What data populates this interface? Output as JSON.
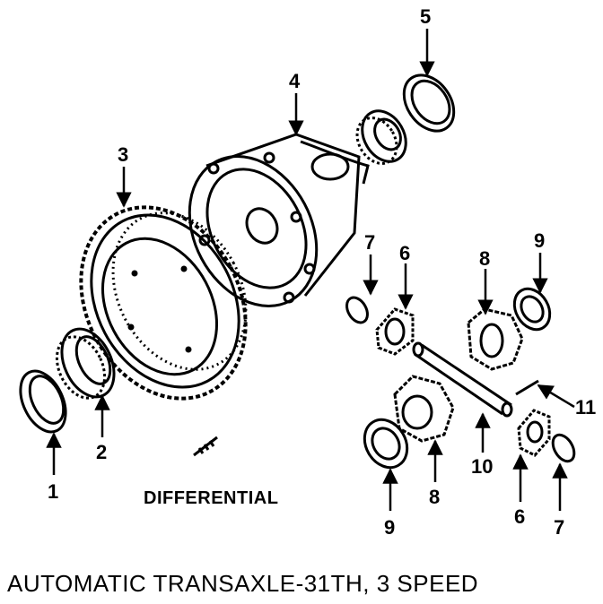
{
  "title": "AUTOMATIC TRANSAXLE-31TH, 3 SPEED",
  "caption": "DIFFERENTIAL",
  "callouts": {
    "c1": "1",
    "c2": "2",
    "c3": "3",
    "c4": "4",
    "c5": "5",
    "c6a": "6",
    "c6b": "6",
    "c7a": "7",
    "c7b": "7",
    "c8a": "8",
    "c8b": "8",
    "c9a": "9",
    "c9b": "9",
    "c10": "10",
    "c11": "11"
  },
  "colors": {
    "ink": "#000000",
    "paper": "#ffffff"
  }
}
